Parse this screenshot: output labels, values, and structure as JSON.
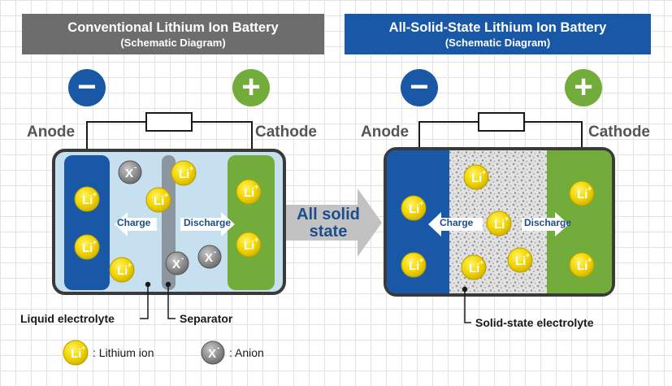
{
  "left_panel": {
    "title": "Conventional Lithium Ion Battery",
    "subtitle": "(Schematic Diagram)",
    "anode_label": "Anode",
    "cathode_label": "Cathode",
    "negative_symbol": "−",
    "positive_symbol": "+",
    "charge_label": "Charge",
    "discharge_label": "Discharge",
    "liquid_electrolyte_label": "Liquid electrolyte",
    "separator_label": "Separator"
  },
  "right_panel": {
    "title": "All-Solid-State Lithium Ion Battery",
    "subtitle": "(Schematic Diagram)",
    "anode_label": "Anode",
    "cathode_label": "Cathode",
    "negative_symbol": "−",
    "positive_symbol": "+",
    "charge_label": "Charge",
    "discharge_label": "Discharge",
    "solid_electrolyte_label": "Solid-state electrolyte"
  },
  "middle_arrow": {
    "line1": "All solid",
    "line2": "state"
  },
  "ions": {
    "lithium_symbol": "Li",
    "lithium_charge": "+",
    "anion_symbol": "X",
    "anion_charge": "-"
  },
  "legend": {
    "lithium_ion_label": ": Lithium ion",
    "anion_label": ": Anion"
  },
  "colors": {
    "blue": "#1958a7",
    "green": "#72ad3c",
    "gray_banner": "#6d6d6d",
    "li_yellow": "#f2d600",
    "electrolyte_liquid": "#c6e0ef"
  }
}
